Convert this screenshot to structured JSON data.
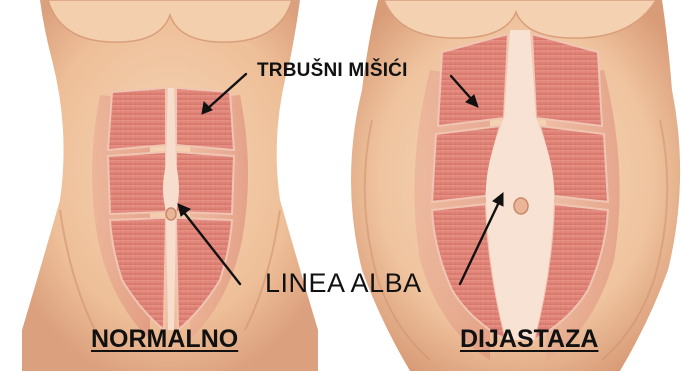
{
  "labels": {
    "muscles": "TRBUŠNI MIŠIĆI",
    "linea_alba": "LINEA ALBA"
  },
  "panels": [
    {
      "caption": "NORMALNO",
      "condition": "normal"
    },
    {
      "caption": "DIJASTAZA",
      "condition": "diastasis"
    }
  ],
  "colors": {
    "skin": "#f0c8a4",
    "skin_shadow": "#dca07e",
    "muscle": "#dd7d72",
    "muscle_light": "#eb9f94",
    "linea_alba": "#f7ddcd",
    "text": "#111111"
  }
}
